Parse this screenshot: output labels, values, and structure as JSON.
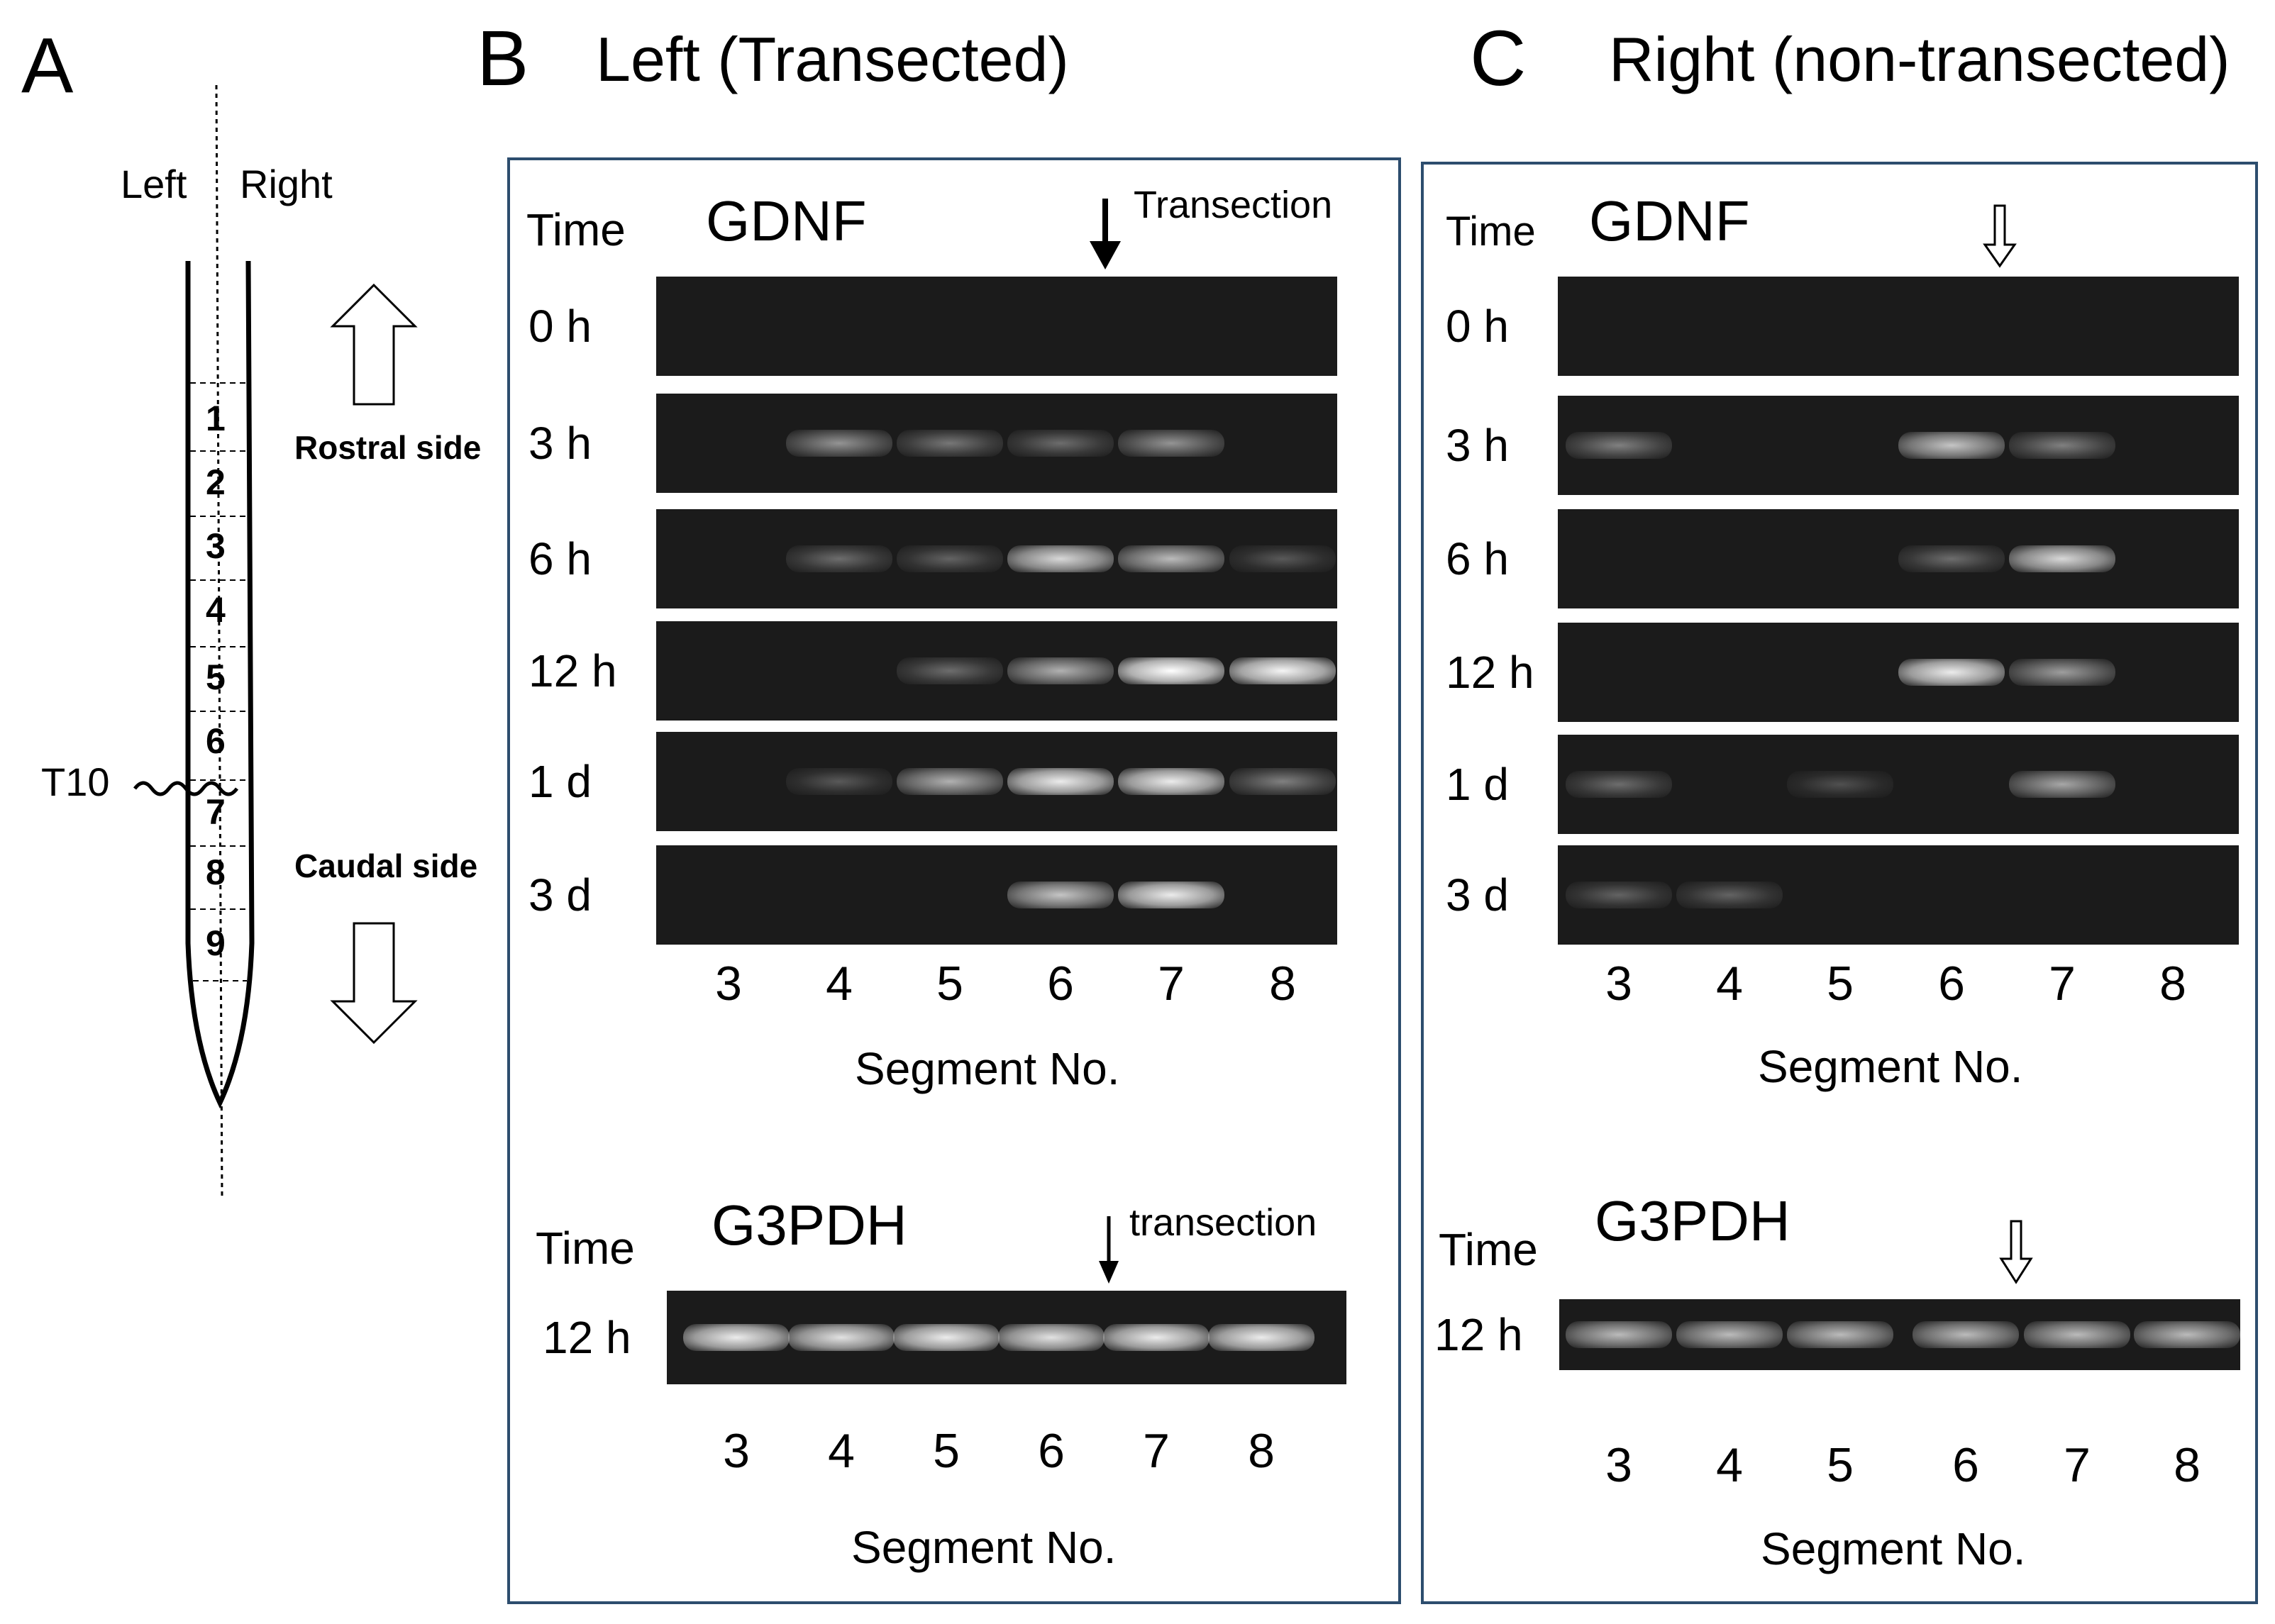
{
  "panelA": {
    "letter": "A",
    "left_label": "Left",
    "right_label": "Right",
    "segments": [
      "1",
      "2",
      "3",
      "4",
      "5",
      "6",
      "7",
      "8",
      "9"
    ],
    "t10_label": "T10",
    "rostral_label": "Rostral  side",
    "caudal_label": "Caudal side"
  },
  "panelB": {
    "letter": "B",
    "title": "Left (Transected)",
    "gdnf": {
      "time_header": "Time",
      "gene": "GDNF",
      "arrow_label": "Transection",
      "rows": [
        {
          "time": "0 h",
          "intensity": [
            0,
            0,
            0,
            0,
            0,
            0
          ]
        },
        {
          "time": "3 h",
          "intensity": [
            0,
            0.45,
            0.3,
            0.25,
            0.45,
            0
          ]
        },
        {
          "time": "6 h",
          "intensity": [
            0,
            0.25,
            0.2,
            0.8,
            0.65,
            0.15
          ]
        },
        {
          "time": "12 h",
          "intensity": [
            0,
            0,
            0.25,
            0.6,
            1.0,
            0.95
          ]
        },
        {
          "time": "1 d",
          "intensity": [
            0,
            0.15,
            0.6,
            0.9,
            0.9,
            0.35
          ]
        },
        {
          "time": "3 d",
          "intensity": [
            0,
            0,
            0,
            0.7,
            0.9,
            0
          ]
        }
      ],
      "lanes": [
        "3",
        "4",
        "5",
        "6",
        "7",
        "8"
      ],
      "xlabel": "Segment No."
    },
    "g3pdh": {
      "time_header": "Time",
      "gene": "G3PDH",
      "arrow_label": "transection",
      "rows": [
        {
          "time": "12 h",
          "intensity": [
            0.9,
            0.85,
            0.9,
            0.85,
            0.9,
            0.9
          ]
        }
      ],
      "lanes": [
        "3",
        "4",
        "5",
        "6",
        "7",
        "8"
      ],
      "xlabel": "Segment No."
    }
  },
  "panelC": {
    "letter": "C",
    "title": "Right (non-transected)",
    "gdnf": {
      "time_header": "Time",
      "gene": "GDNF",
      "rows": [
        {
          "time": "0 h",
          "intensity": [
            0,
            0,
            0,
            0,
            0,
            0
          ]
        },
        {
          "time": "3 h",
          "intensity": [
            0.35,
            0,
            0,
            0.7,
            0.35,
            0
          ]
        },
        {
          "time": "6 h",
          "intensity": [
            0,
            0,
            0,
            0.25,
            0.8,
            0
          ]
        },
        {
          "time": "12 h",
          "intensity": [
            0,
            0,
            0,
            0.9,
            0.5,
            0
          ]
        },
        {
          "time": "1 d",
          "intensity": [
            0.25,
            0,
            0.1,
            0,
            0.55,
            0
          ]
        },
        {
          "time": "3 d",
          "intensity": [
            0.2,
            0.2,
            0,
            0,
            0,
            0
          ]
        }
      ],
      "lanes": [
        "3",
        "4",
        "5",
        "6",
        "7",
        "8"
      ],
      "xlabel": "Segment No."
    },
    "g3pdh": {
      "time_header": "Time",
      "gene": "G3PDH",
      "rows": [
        {
          "time": "12 h",
          "intensity": [
            0.65,
            0.65,
            0.65,
            0.65,
            0.65,
            0.65
          ]
        }
      ],
      "lanes": [
        "3",
        "4",
        "5",
        "6",
        "7",
        "8"
      ],
      "xlabel": "Segment No."
    }
  }
}
